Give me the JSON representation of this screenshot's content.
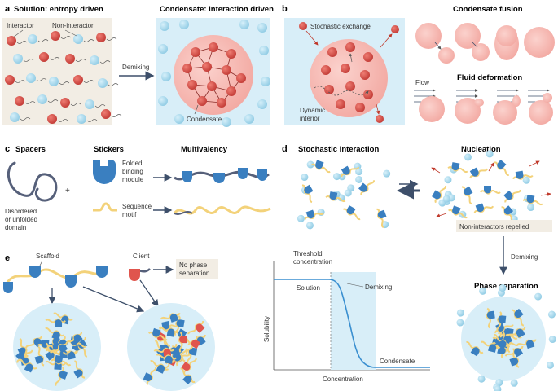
{
  "panel_a": {
    "letter": "a",
    "solution_title": "Solution: entropy driven",
    "condensate_title": "Condensate: interaction driven",
    "interactor": "Interactor",
    "non_interactor": "Non-interactor",
    "demixing": "Demixing",
    "condensate": "Condensate"
  },
  "panel_b": {
    "letter": "b",
    "stochastic_exchange": "Stochastic exchange",
    "dynamic_line1": "Dynamic",
    "dynamic_line2": "interior",
    "fusion_title": "Condensate fusion",
    "deformation_title": "Fluid deformation",
    "flow": "Flow"
  },
  "panel_c": {
    "letter": "c",
    "spacers": "Spacers",
    "stickers": "Stickers",
    "multivalency": "Multivalency",
    "folded_line1": "Folded",
    "folded_line2": "binding",
    "folded_line3": "module",
    "sequence_line1": "Sequence",
    "sequence_line2": "motif",
    "disordered_line1": "Disordered",
    "disordered_line2": "or unfolded",
    "disordered_line3": "domain",
    "plus": "+"
  },
  "panel_d": {
    "letter": "d",
    "stochastic_title": "Stochastic interaction",
    "nucleation_title": "Nucleation",
    "repelled": "Non-interactors repelled",
    "demixing": "Demixing",
    "phase_separation": "Phase separation"
  },
  "panel_e": {
    "letter": "e",
    "scaffold": "Scaffold",
    "client": "Client",
    "no_phase_line1": "No phase",
    "no_phase_line2": "separation",
    "threshold_line1": "Threshold",
    "threshold_line2": "concentration",
    "solution": "Solution",
    "demixing": "Demixing",
    "condensate": "Condensate",
    "ylabel": "Solubility",
    "xlabel": "Concentration"
  },
  "colors": {
    "interactor": "#d94a4a",
    "non_interactor": "#a9dcef",
    "condensate_pink": "#f6b5b0",
    "panel_beige": "#f2ede4",
    "panel_blue": "#d8eef8",
    "sticker_blue": "#3a7fc0",
    "motif_yellow": "#f3d27a",
    "client_red": "#e0554d"
  }
}
